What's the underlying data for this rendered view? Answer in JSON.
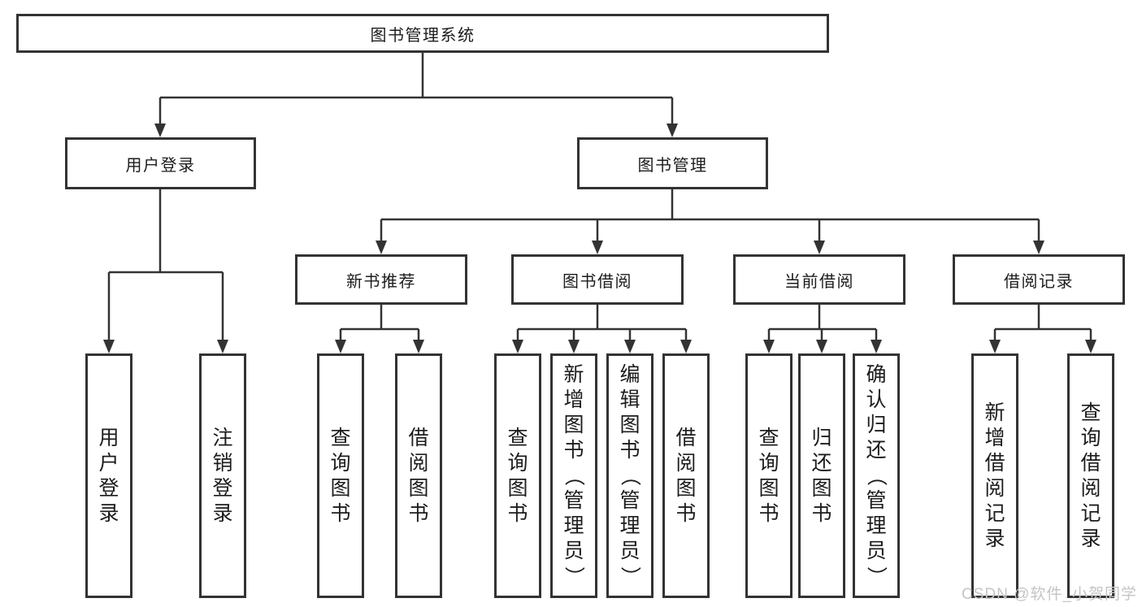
{
  "diagram": {
    "root": {
      "label": "图书管理系统"
    },
    "level2": [
      {
        "label": "用户登录"
      },
      {
        "label": "图书管理"
      }
    ],
    "level3": [
      {
        "label": "新书推荐",
        "parent": "图书管理"
      },
      {
        "label": "图书借阅",
        "parent": "图书管理"
      },
      {
        "label": "当前借阅",
        "parent": "图书管理"
      },
      {
        "label": "借阅记录",
        "parent": "图书管理"
      }
    ],
    "leaves": [
      {
        "label": "用户登录",
        "parent": "用户登录"
      },
      {
        "label": "注销登录",
        "parent": "用户登录"
      },
      {
        "label": "查询图书",
        "parent": "新书推荐"
      },
      {
        "label": "借阅图书",
        "parent": "新书推荐"
      },
      {
        "label": "查询图书",
        "parent": "图书借阅"
      },
      {
        "label": "新增图书（管理员）",
        "parent": "图书借阅"
      },
      {
        "label": "编辑图书（管理员）",
        "parent": "图书借阅"
      },
      {
        "label": "借阅图书",
        "parent": "图书借阅"
      },
      {
        "label": "查询图书",
        "parent": "当前借阅"
      },
      {
        "label": "归还图书",
        "parent": "当前借阅"
      },
      {
        "label": "确认归还（管理员）",
        "parent": "当前借阅"
      },
      {
        "label": "新增借阅记录",
        "parent": "借阅记录"
      },
      {
        "label": "查询借阅记录",
        "parent": "借阅记录"
      }
    ],
    "watermark": "CSDN @软件_小贺同学",
    "colors": {
      "line": "#333333",
      "box_border": "#333333",
      "box_fill": "#ffffff",
      "text": "#1c1c1c",
      "watermark": "#c5c5c5",
      "background": "#ffffff"
    }
  }
}
